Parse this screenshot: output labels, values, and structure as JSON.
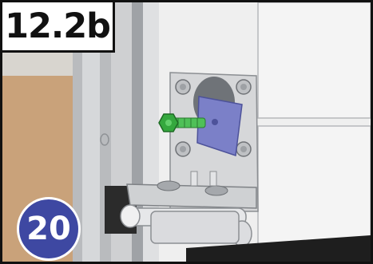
{
  "step": {
    "label": "12.2b"
  },
  "badge": {
    "number": "20"
  },
  "colors": {
    "badge_fill": "#3e48a2",
    "wedge_fill": "#7b80c8",
    "bolt_fill": "#35a83e",
    "wall_fill": "#c9a27a",
    "panel_fill": "#efefef"
  },
  "icons": {
    "step_label": "text-box",
    "badge": "numbered-circle",
    "bolt": "green-bolt",
    "wedge": "blue-wedge"
  }
}
